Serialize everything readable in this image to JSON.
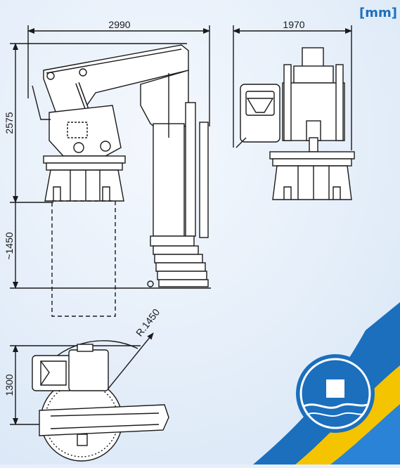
{
  "unit_label": "[mm]",
  "dimensions": {
    "side_width": "2990",
    "front_width": "1970",
    "height": "2575",
    "pedestal_depth": "~1450",
    "radius": "R.1450",
    "plan_depth": "1300"
  },
  "colors": {
    "background": "#e6f0fb",
    "line": "#1a1a1a",
    "accent_blue": "#1b6fbd",
    "accent_yellow": "#f5c400"
  },
  "logo": {
    "name": "wave-logo-icon"
  }
}
